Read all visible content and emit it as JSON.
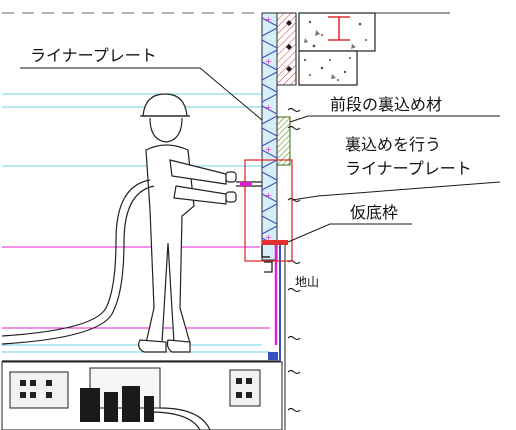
{
  "labels": {
    "liner_plate": "ライナープレート",
    "previous_backfill": "前段の裏込め材",
    "backfill_target_line1": "裏込めを行う",
    "backfill_target_line2": "ライナープレート",
    "temporary_frame": "仮底枠",
    "ground": "地山"
  },
  "colors": {
    "line": "#1a1a1a",
    "cyan_guide": "#6fd3e6",
    "magenta": "#e020d0",
    "red_highlight": "#e03030",
    "green_backfill": "#7dbb3a",
    "liner_fill": "#d8eef6",
    "blue_plate": "#3c4fbf",
    "concrete": "#9a9a9a"
  }
}
